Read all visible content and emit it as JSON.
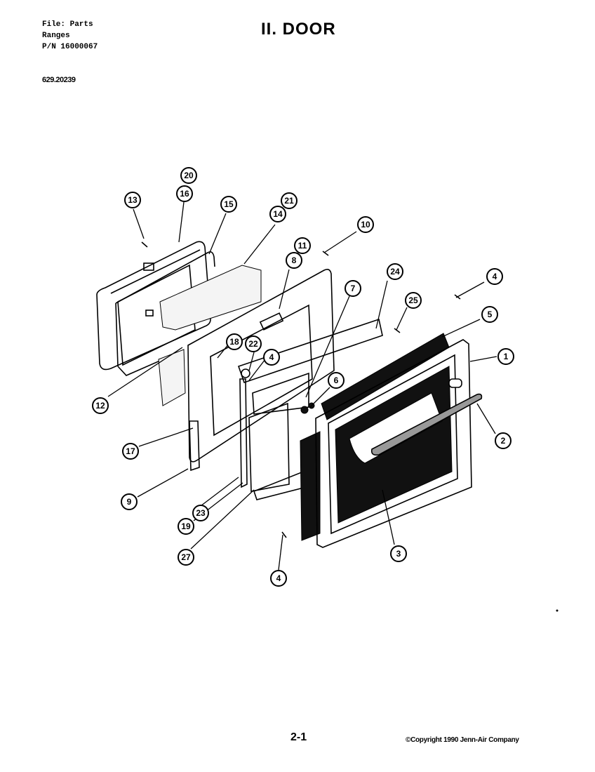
{
  "header": {
    "line1": "File: Parts",
    "line2": "Ranges",
    "line3": "P/N 16000067",
    "model": "629.20239"
  },
  "title": "II. DOOR",
  "footer": {
    "page_number": "2-1",
    "copyright": "©Copyright 1990 Jenn-Air Company"
  },
  "callouts": [
    {
      "label": "20"
    },
    {
      "label": "16"
    },
    {
      "label": "13"
    },
    {
      "label": "15"
    },
    {
      "label": "21"
    },
    {
      "label": "14"
    },
    {
      "label": "10"
    },
    {
      "label": "11"
    },
    {
      "label": "8"
    },
    {
      "label": "24"
    },
    {
      "label": "4"
    },
    {
      "label": "7"
    },
    {
      "label": "25"
    },
    {
      "label": "5"
    },
    {
      "label": "1"
    },
    {
      "label": "18"
    },
    {
      "label": "22"
    },
    {
      "label": "4"
    },
    {
      "label": "6"
    },
    {
      "label": "12"
    },
    {
      "label": "2"
    },
    {
      "label": "17"
    },
    {
      "label": "9"
    },
    {
      "label": "23"
    },
    {
      "label": "19"
    },
    {
      "label": "27"
    },
    {
      "label": "3"
    },
    {
      "label": "4"
    }
  ]
}
